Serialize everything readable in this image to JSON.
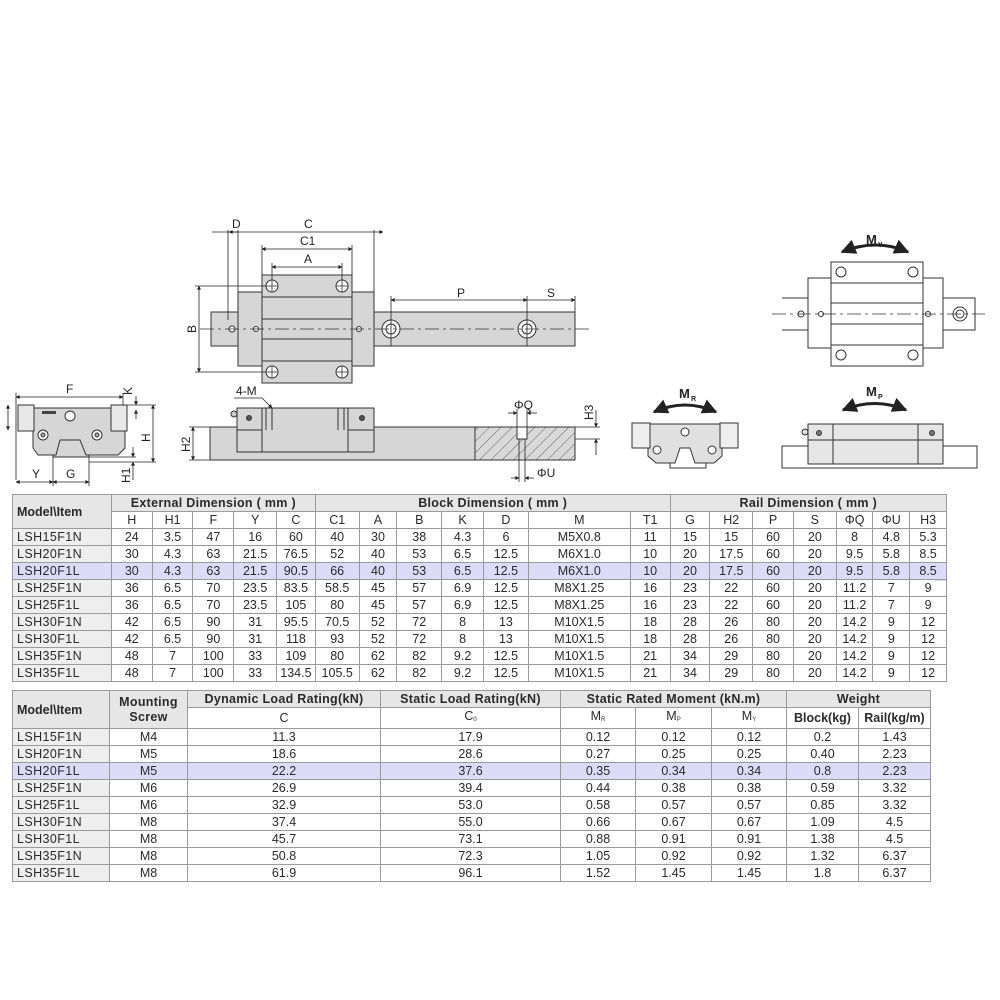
{
  "diagram": {
    "top_view_labels": [
      "D",
      "C",
      "C1",
      "A",
      "B",
      "P",
      "S"
    ],
    "end_view_labels": [
      "F",
      "K",
      "H",
      "Y",
      "G",
      "H1"
    ],
    "side_view_labels": [
      "4-M",
      "H2",
      "ΦQ",
      "ΦU",
      "H3"
    ],
    "moment_labels": {
      "yaw": {
        "main": "M",
        "sub": "Y"
      },
      "roll": {
        "main": "M",
        "sub": "R"
      },
      "pitch": {
        "main": "M",
        "sub": "P"
      }
    }
  },
  "highlight_color": "#dcdcf8",
  "dimension_table": {
    "model_header": "Model\\Item",
    "groups": [
      {
        "label": "External Dimension ( mm )",
        "columns": [
          "H",
          "H1",
          "F",
          "Y",
          "C"
        ]
      },
      {
        "label": "Block Dimension ( mm )",
        "columns": [
          "C1",
          "A",
          "B",
          "K",
          "D",
          "M",
          "T1"
        ]
      },
      {
        "label": "Rail Dimension ( mm )",
        "columns": [
          "G",
          "H2",
          "P",
          "S",
          "ΦQ",
          "ΦU",
          "H3"
        ]
      }
    ],
    "rows": [
      {
        "model": "LSH15F1N",
        "values": [
          "24",
          "3.5",
          "47",
          "16",
          "60",
          "40",
          "30",
          "38",
          "4.3",
          "6",
          "M5X0.8",
          "11",
          "15",
          "15",
          "60",
          "20",
          "8",
          "4.8",
          "5.3"
        ]
      },
      {
        "model": "LSH20F1N",
        "values": [
          "30",
          "4.3",
          "63",
          "21.5",
          "76.5",
          "52",
          "40",
          "53",
          "6.5",
          "12.5",
          "M6X1.0",
          "10",
          "20",
          "17.5",
          "60",
          "20",
          "9.5",
          "5.8",
          "8.5"
        ]
      },
      {
        "model": "LSH20F1L",
        "highlighted": true,
        "values": [
          "30",
          "4.3",
          "63",
          "21.5",
          "90.5",
          "66",
          "40",
          "53",
          "6.5",
          "12.5",
          "M6X1.0",
          "10",
          "20",
          "17.5",
          "60",
          "20",
          "9.5",
          "5.8",
          "8.5"
        ]
      },
      {
        "model": "LSH25F1N",
        "values": [
          "36",
          "6.5",
          "70",
          "23.5",
          "83.5",
          "58.5",
          "45",
          "57",
          "6.9",
          "12.5",
          "M8X1.25",
          "16",
          "23",
          "22",
          "60",
          "20",
          "11.2",
          "7",
          "9"
        ]
      },
      {
        "model": "LSH25F1L",
        "values": [
          "36",
          "6.5",
          "70",
          "23.5",
          "105",
          "80",
          "45",
          "57",
          "6.9",
          "12.5",
          "M8X1.25",
          "16",
          "23",
          "22",
          "60",
          "20",
          "11.2",
          "7",
          "9"
        ]
      },
      {
        "model": "LSH30F1N",
        "values": [
          "42",
          "6.5",
          "90",
          "31",
          "95.5",
          "70.5",
          "52",
          "72",
          "8",
          "13",
          "M10X1.5",
          "18",
          "28",
          "26",
          "80",
          "20",
          "14.2",
          "9",
          "12"
        ]
      },
      {
        "model": "LSH30F1L",
        "values": [
          "42",
          "6.5",
          "90",
          "31",
          "118",
          "93",
          "52",
          "72",
          "8",
          "13",
          "M10X1.5",
          "18",
          "28",
          "26",
          "80",
          "20",
          "14.2",
          "9",
          "12"
        ]
      },
      {
        "model": "LSH35F1N",
        "values": [
          "48",
          "7",
          "100",
          "33",
          "109",
          "80",
          "62",
          "82",
          "9.2",
          "12.5",
          "M10X1.5",
          "21",
          "34",
          "29",
          "80",
          "20",
          "14.2",
          "9",
          "12"
        ]
      },
      {
        "model": "LSH35F1L",
        "values": [
          "48",
          "7",
          "100",
          "33",
          "134.5",
          "105.5",
          "62",
          "82",
          "9.2",
          "12.5",
          "M10X1.5",
          "21",
          "34",
          "29",
          "80",
          "20",
          "14.2",
          "9",
          "12"
        ]
      }
    ]
  },
  "load_table": {
    "model_header": "Model\\Item",
    "mounting_header": "Mounting Screw",
    "dynamic_header": "Dynamic Load Rating(kN)",
    "dynamic_sub": "C",
    "static_header": "Static Load Rating(kN)",
    "static_sub_main": "C",
    "static_sub_index": "0",
    "moment_header": "Static Rated Moment (kN.m)",
    "moment_subs": [
      {
        "main": "M",
        "sub": "R"
      },
      {
        "main": "M",
        "sub": "P"
      },
      {
        "main": "M",
        "sub": "Y"
      }
    ],
    "weight_header": "Weight",
    "weight_subs": [
      "Block(kg)",
      "Rail(kg/m)"
    ],
    "rows": [
      {
        "model": "LSH15F1N",
        "screw": "M4",
        "dynamic": "11.3",
        "static": "17.9",
        "mr": "0.12",
        "mp": "0.12",
        "my": "0.12",
        "block": "0.2",
        "rail": "1.43"
      },
      {
        "model": "LSH20F1N",
        "screw": "M5",
        "dynamic": "18.6",
        "static": "28.6",
        "mr": "0.27",
        "mp": "0.25",
        "my": "0.25",
        "block": "0.40",
        "rail": "2.23"
      },
      {
        "model": "LSH20F1L",
        "highlighted": true,
        "screw": "M5",
        "dynamic": "22.2",
        "static": "37.6",
        "mr": "0.35",
        "mp": "0.34",
        "my": "0.34",
        "block": "0.8",
        "rail": "2.23"
      },
      {
        "model": "LSH25F1N",
        "screw": "M6",
        "dynamic": "26.9",
        "static": "39.4",
        "mr": "0.44",
        "mp": "0.38",
        "my": "0.38",
        "block": "0.59",
        "rail": "3.32"
      },
      {
        "model": "LSH25F1L",
        "screw": "M6",
        "dynamic": "32.9",
        "static": "53.0",
        "mr": "0.58",
        "mp": "0.57",
        "my": "0.57",
        "block": "0.85",
        "rail": "3.32"
      },
      {
        "model": "LSH30F1N",
        "screw": "M8",
        "dynamic": "37.4",
        "static": "55.0",
        "mr": "0.66",
        "mp": "0.67",
        "my": "0.67",
        "block": "1.09",
        "rail": "4.5"
      },
      {
        "model": "LSH30F1L",
        "screw": "M8",
        "dynamic": "45.7",
        "static": "73.1",
        "mr": "0.88",
        "mp": "0.91",
        "my": "0.91",
        "block": "1.38",
        "rail": "4.5"
      },
      {
        "model": "LSH35F1N",
        "screw": "M8",
        "dynamic": "50.8",
        "static": "72.3",
        "mr": "1.05",
        "mp": "0.92",
        "my": "0.92",
        "block": "1.32",
        "rail": "6.37"
      },
      {
        "model": "LSH35F1L",
        "screw": "M8",
        "dynamic": "61.9",
        "static": "96.1",
        "mr": "1.52",
        "mp": "1.45",
        "my": "1.45",
        "block": "1.8",
        "rail": "6.37"
      }
    ]
  }
}
